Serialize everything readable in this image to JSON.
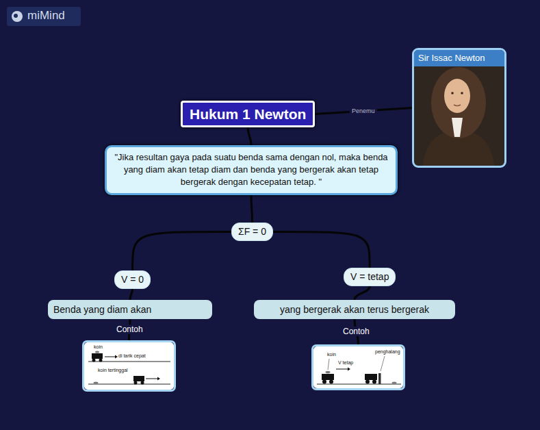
{
  "diagram": {
    "nodes": [
      {
        "text": [
          "Hukum 1 Newton"
        ]
      },
      {
        "text": [
          "Sir Issac Newton"
        ]
      },
      {
        "text": [
          "\"Jika resultan gaya pada suatu benda sama dengan nol, maka benda yang diam akan tetap diam dan benda yang bergerak akan tetap bergerak dengan kecepatan tetap. \""
        ]
      },
      {
        "text": [
          "ΣF = 0"
        ]
      },
      {
        "text": [
          "V = 0"
        ]
      },
      {
        "text": [
          "V = tetap"
        ]
      },
      {
        "text": [
          "Benda yang diam akan"
        ]
      },
      {
        "text": [
          "yang bergerak akan terus bergerak"
        ]
      },
      {
        "text": [
          "koin",
          "di tarik cepat",
          "koin tertinggal"
        ]
      },
      {
        "text": [
          "koin",
          "V tetap",
          "penghalang"
        ]
      }
    ],
    "edges": [
      {
        "from": 0,
        "to": 2,
        "arrow": "none"
      },
      {
        "from": 0,
        "to": 1,
        "arrow": "none",
        "label": "Penemu"
      },
      {
        "from": 2,
        "to": 3,
        "arrow": "none"
      },
      {
        "from": 3,
        "to": 4,
        "arrow": "none"
      },
      {
        "from": 3,
        "to": 5,
        "arrow": "none"
      },
      {
        "from": 4,
        "to": 6,
        "arrow": "none"
      },
      {
        "from": 5,
        "to": 7,
        "arrow": "none"
      },
      {
        "from": 6,
        "to": 8,
        "arrow": "none",
        "label": "Contoh"
      },
      {
        "from": 7,
        "to": 9,
        "arrow": "none",
        "label": "Contoh"
      }
    ],
    "labels": [
      "miMind"
    ]
  }
}
